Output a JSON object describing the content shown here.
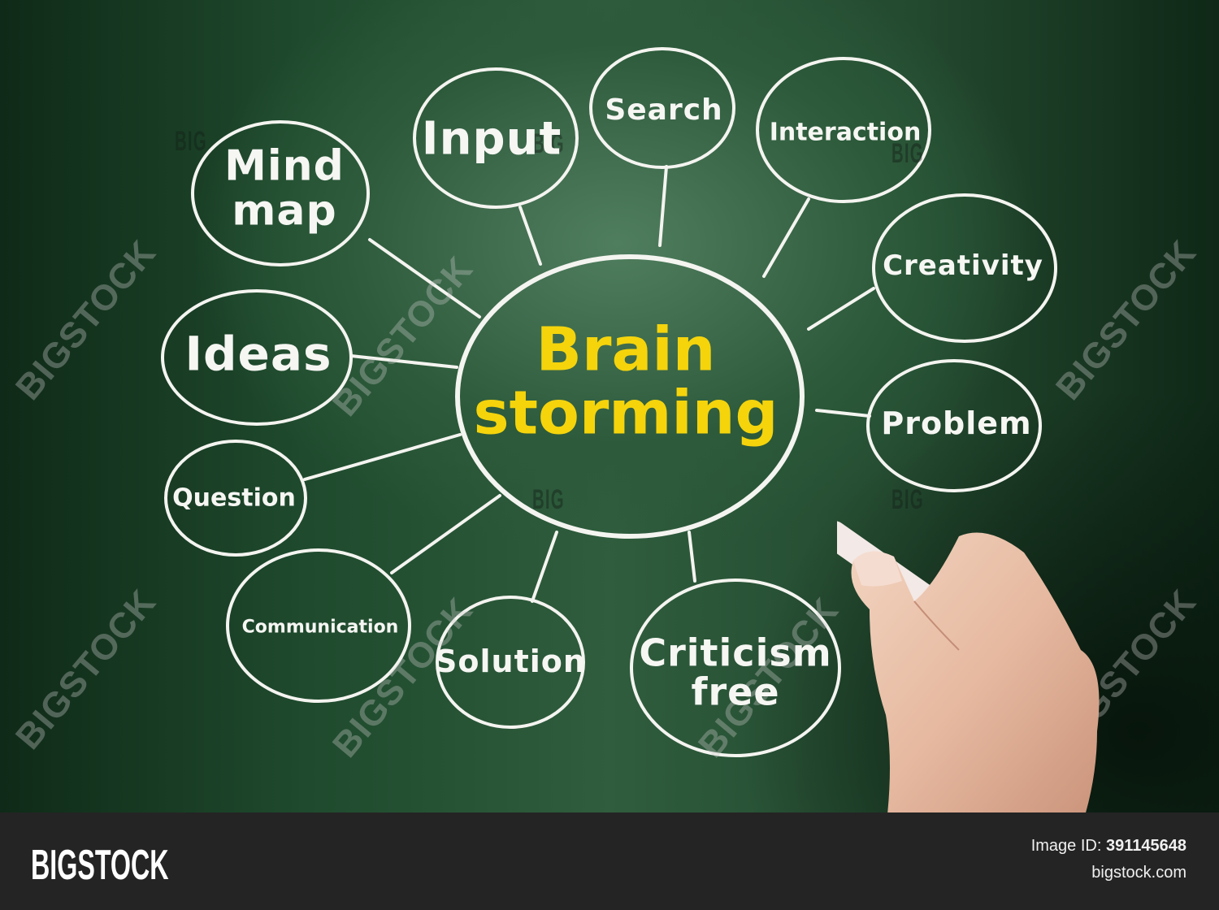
{
  "diagram": {
    "title": "Brainstorming mind map",
    "center": {
      "line1": "Brain",
      "line2": "storming",
      "color": "#f5d40c"
    },
    "nodes": [
      {
        "id": "mind-map",
        "line1": "Mind",
        "line2": "map"
      },
      {
        "id": "input",
        "line1": "Input"
      },
      {
        "id": "search",
        "line1": "Search"
      },
      {
        "id": "interaction",
        "line1": "Interaction"
      },
      {
        "id": "creativity",
        "line1": "Creativity"
      },
      {
        "id": "ideas",
        "line1": "Ideas"
      },
      {
        "id": "problem",
        "line1": "Problem"
      },
      {
        "id": "question",
        "line1": "Question"
      },
      {
        "id": "communication",
        "line1": "Communication"
      },
      {
        "id": "solution",
        "line1": "Solution"
      },
      {
        "id": "criticism-free",
        "line1": "Criticism",
        "line2": "free"
      }
    ],
    "colors": {
      "board": "#2c5a3a",
      "chalk": "#f6f6f3"
    }
  },
  "watermark": {
    "big": "BIG",
    "full": "BIGSTOCK"
  },
  "footer": {
    "logo": "BIGSTOCK",
    "image_id_label": "Image ID:",
    "image_id": "391145648",
    "site": "bigstock.com"
  }
}
